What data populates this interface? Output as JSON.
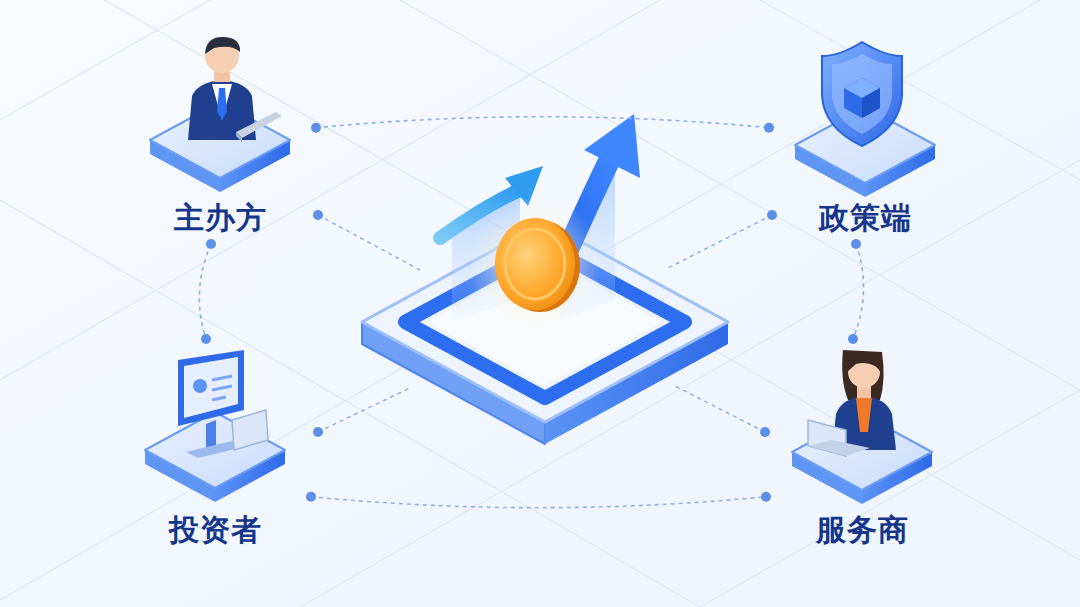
{
  "diagram": {
    "nodes": [
      {
        "text": [
          "主办方"
        ]
      },
      {
        "text": [
          "政策端"
        ]
      },
      {
        "text": [
          "投资者"
        ]
      },
      {
        "text": [
          "服务商"
        ]
      }
    ],
    "edges": [
      {
        "from": 0,
        "to": 1,
        "arrow": "none"
      },
      {
        "from": 2,
        "to": 3,
        "arrow": "none"
      },
      {
        "from": 0,
        "to": 2,
        "arrow": "none"
      },
      {
        "from": 1,
        "to": 3,
        "arrow": "none"
      }
    ]
  }
}
